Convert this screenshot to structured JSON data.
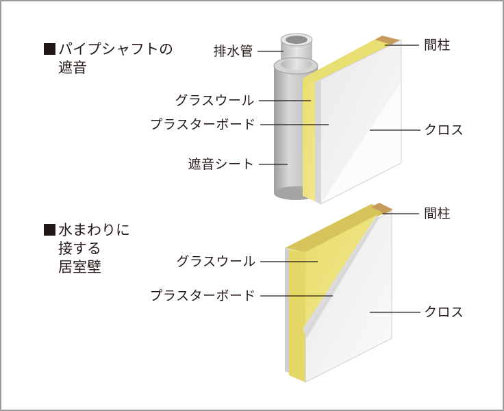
{
  "sections": [
    {
      "title_lines": [
        "パイプシャフトの",
        "遮音"
      ],
      "labels": {
        "pipe": "排水管",
        "glasswool": "グラスウール",
        "plasterboard": "プラスターボード",
        "sound_sheet": "遮音シート",
        "stud": "間柱",
        "cloth": "クロス"
      }
    },
    {
      "title_lines": [
        "水まわりに",
        "接する",
        "居室壁"
      ],
      "labels": {
        "stud": "間柱",
        "glasswool": "グラスウール",
        "plasterboard": "プラスターボード",
        "cloth": "クロス"
      }
    }
  ],
  "colors": {
    "glasswool": "#ECE27A",
    "stud": "#C79B5C",
    "pipe": "#C9C9C9",
    "board": "#F2F2F2",
    "line": "#231815"
  }
}
